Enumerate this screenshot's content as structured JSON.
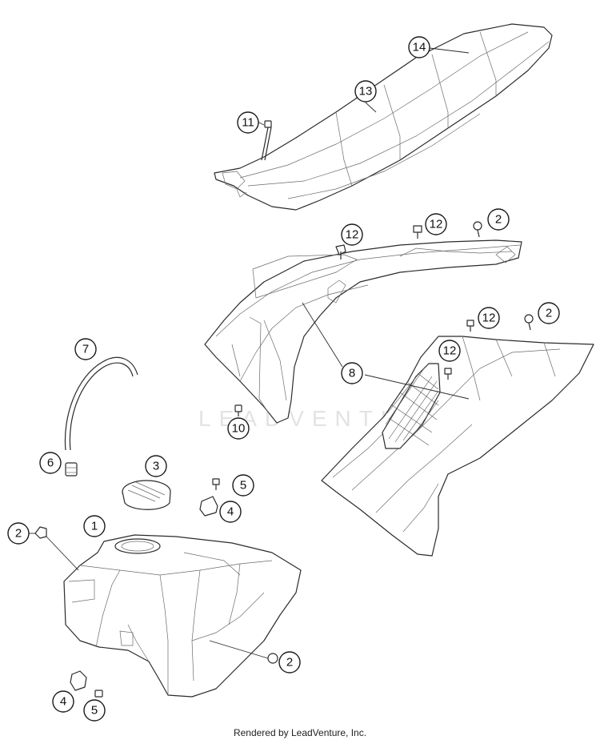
{
  "watermark": "LEADVENTURE",
  "footer": "Rendered by LeadVenture, Inc.",
  "callouts": {
    "c14": "14",
    "c13": "13",
    "c11": "11",
    "c12a": "12",
    "c12b": "12",
    "c2a": "2",
    "c12c": "12",
    "c2b": "2",
    "c12d": "12",
    "c7": "7",
    "c8": "8",
    "c10": "10",
    "c6": "6",
    "c3": "3",
    "c5a": "5",
    "c4a": "4",
    "c2c": "2",
    "c1": "1",
    "c2d": "2",
    "c4b": "4",
    "c5b": "5"
  }
}
